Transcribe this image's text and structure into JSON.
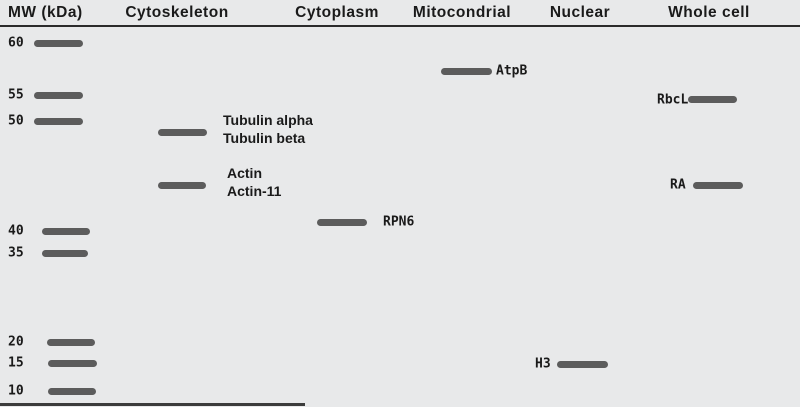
{
  "figure": {
    "type": "protein-gel-western-blot-diagram",
    "mw_axis_label": "MW (kDa)",
    "colors": {
      "background": "#e8e9ea",
      "band": "#5c5c5c",
      "text": "#1a1a1a",
      "header_rule": "#2b2b2b"
    }
  },
  "header": {
    "mw_label": "MW (kDa)",
    "lanes": [
      {
        "label": "Cytoskeleton"
      },
      {
        "label": "Cytoplasm"
      },
      {
        "label": "Mitocondrial"
      },
      {
        "label": "Nuclear"
      },
      {
        "label": "Whole cell"
      }
    ]
  },
  "ladder": {
    "units": "kDa",
    "marks": [
      {
        "kda": "60"
      },
      {
        "kda": "55"
      },
      {
        "kda": "50"
      },
      {
        "kda": "40"
      },
      {
        "kda": "35"
      },
      {
        "kda": "20"
      },
      {
        "kda": "15"
      },
      {
        "kda": "10"
      }
    ]
  },
  "bands": {
    "tubulin": {
      "lane": "Cytoskeleton",
      "label1": "Tubulin alpha",
      "label2": "Tubulin beta"
    },
    "actin": {
      "lane": "Cytoskeleton",
      "label1": "Actin",
      "label2": "Actin-11"
    },
    "rpn6": {
      "lane": "Cytoplasm",
      "label": "RPN6"
    },
    "atpb": {
      "lane": "Mitocondrial",
      "label": "AtpB"
    },
    "h3": {
      "lane": "Nuclear",
      "label": "H3"
    },
    "rbcl": {
      "lane": "Whole cell",
      "label": "RbcL"
    },
    "ra": {
      "lane": "Whole cell",
      "label": "RA"
    }
  }
}
